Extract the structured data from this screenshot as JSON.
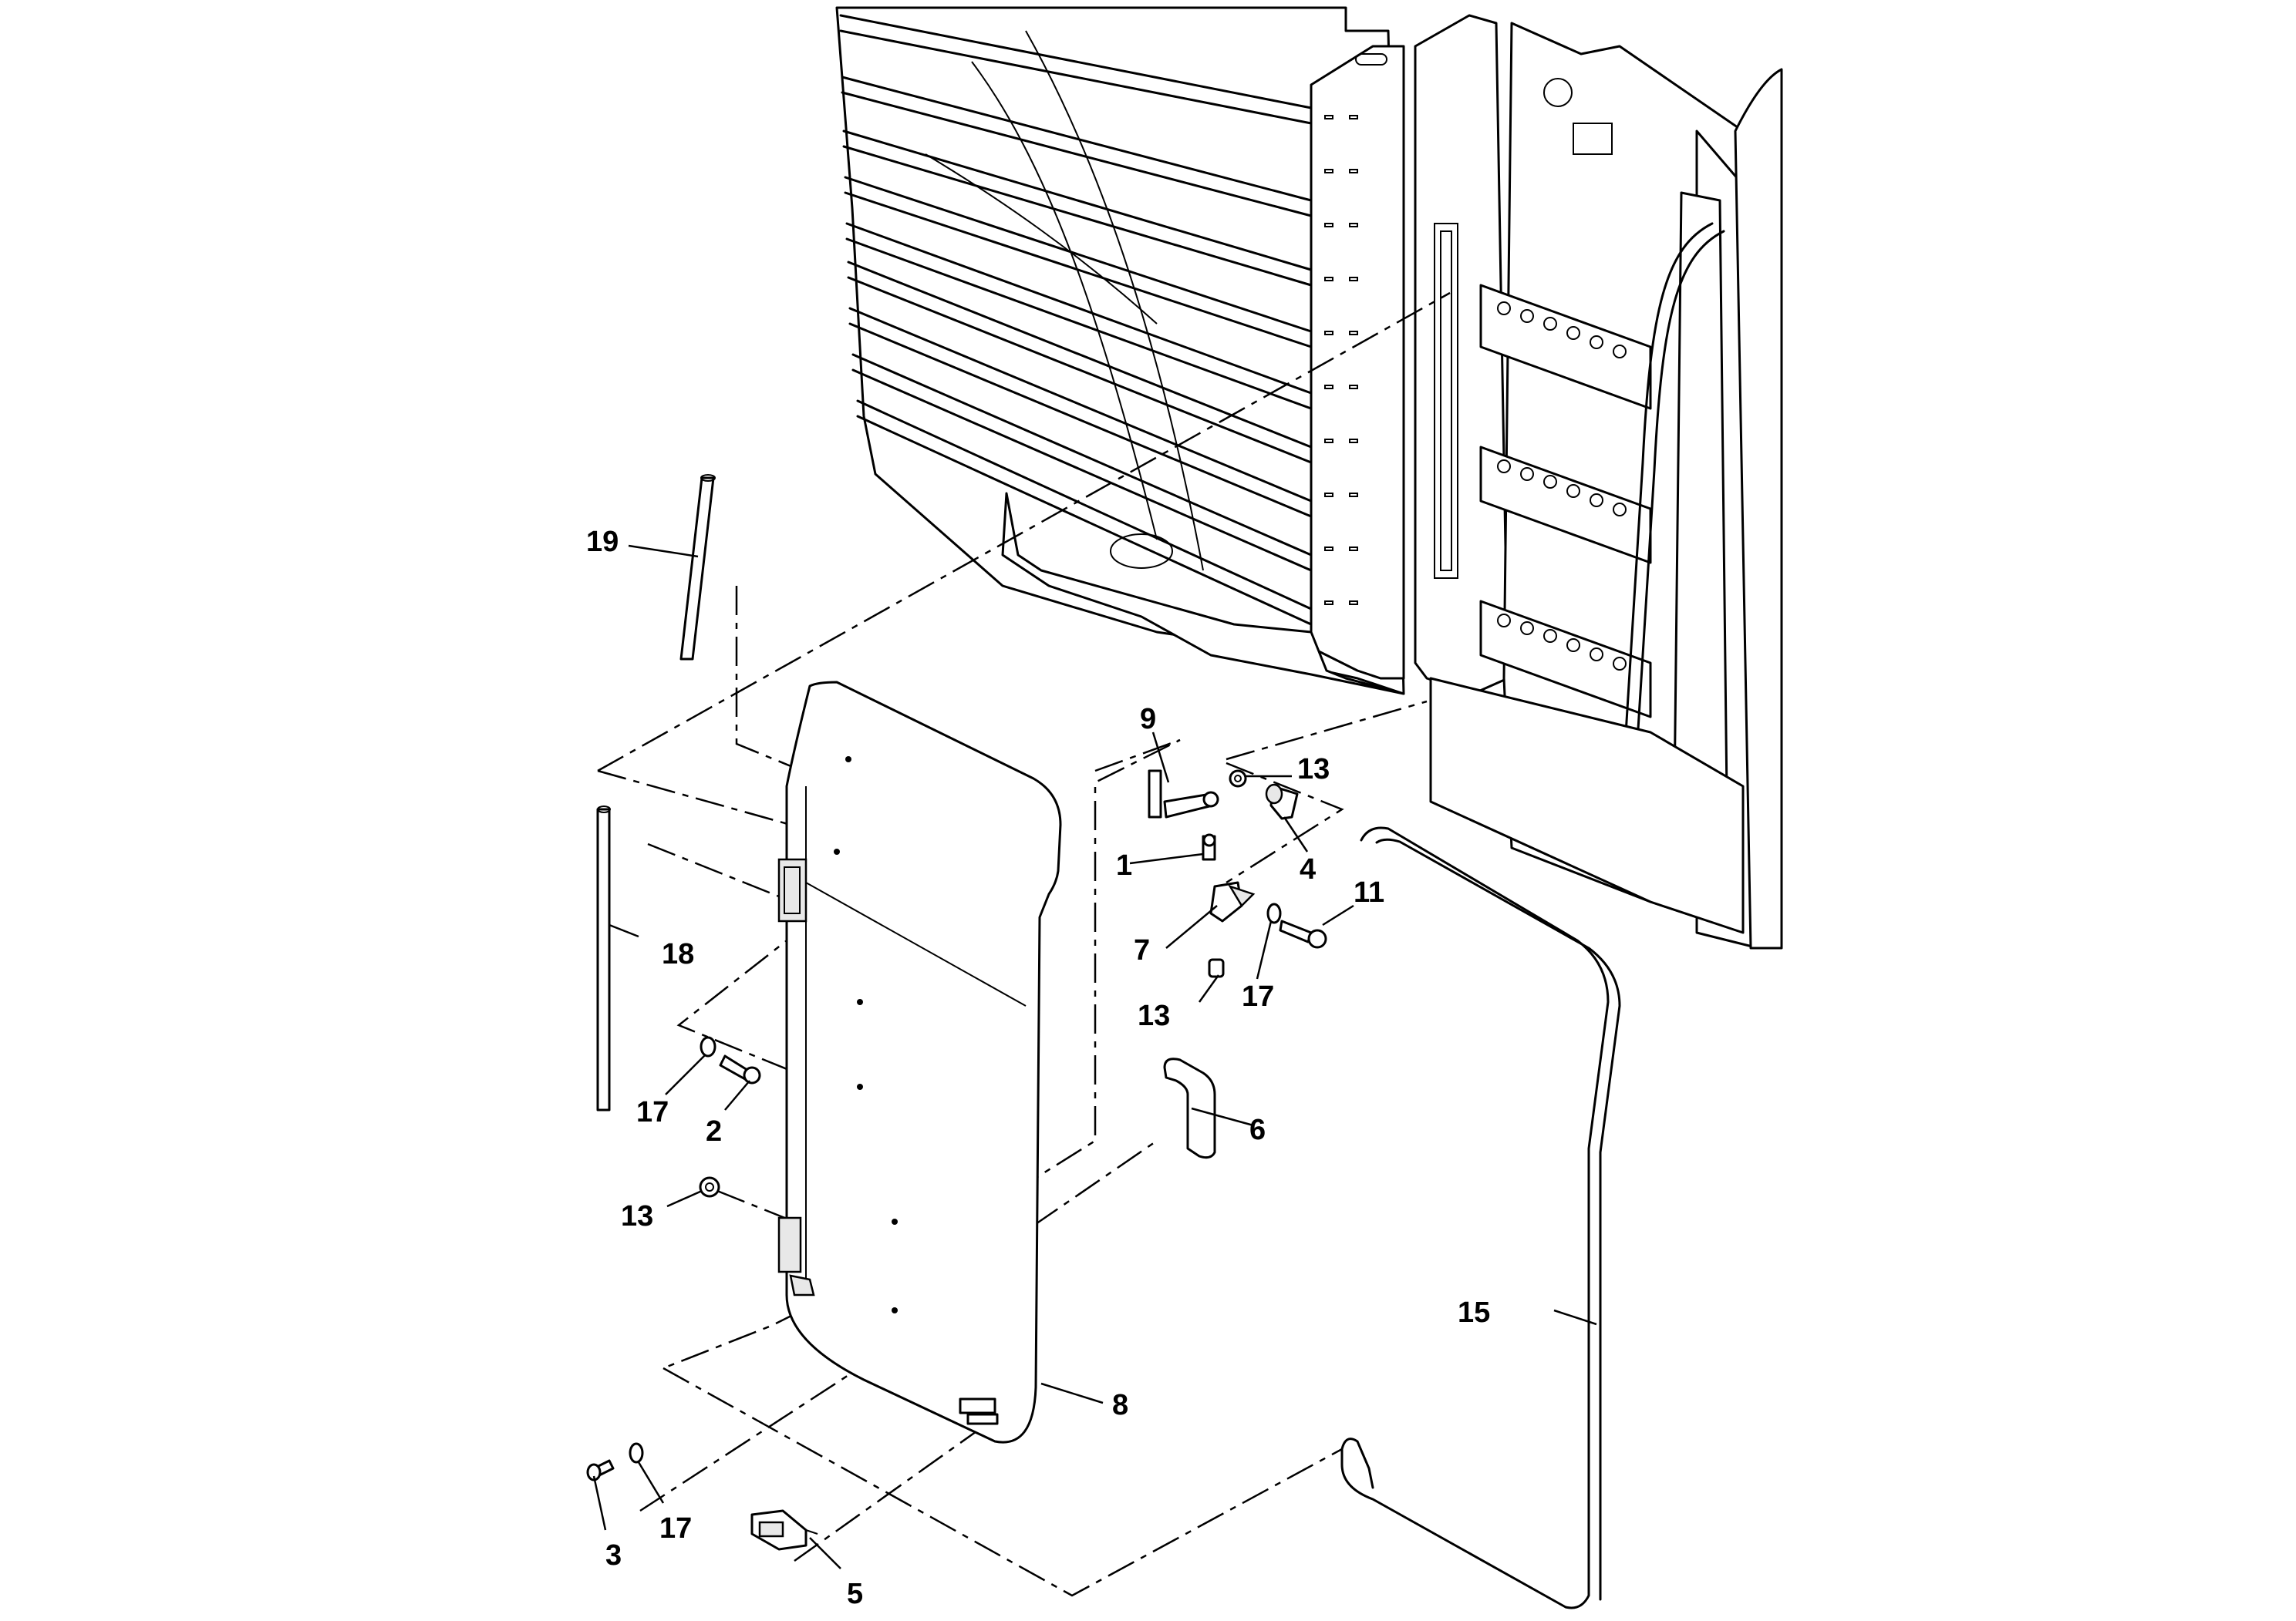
{
  "callouts": {
    "c1": "1",
    "c2": "2",
    "c3": "3",
    "c4": "4",
    "c5": "5",
    "c6": "6",
    "c7": "7",
    "c8": "8",
    "c9": "9",
    "c11": "11",
    "c13a": "13",
    "c13b": "13",
    "c13c": "13",
    "c15": "15",
    "c17a": "17",
    "c17b": "17",
    "c17c": "17",
    "c18": "18",
    "c19": "19"
  }
}
